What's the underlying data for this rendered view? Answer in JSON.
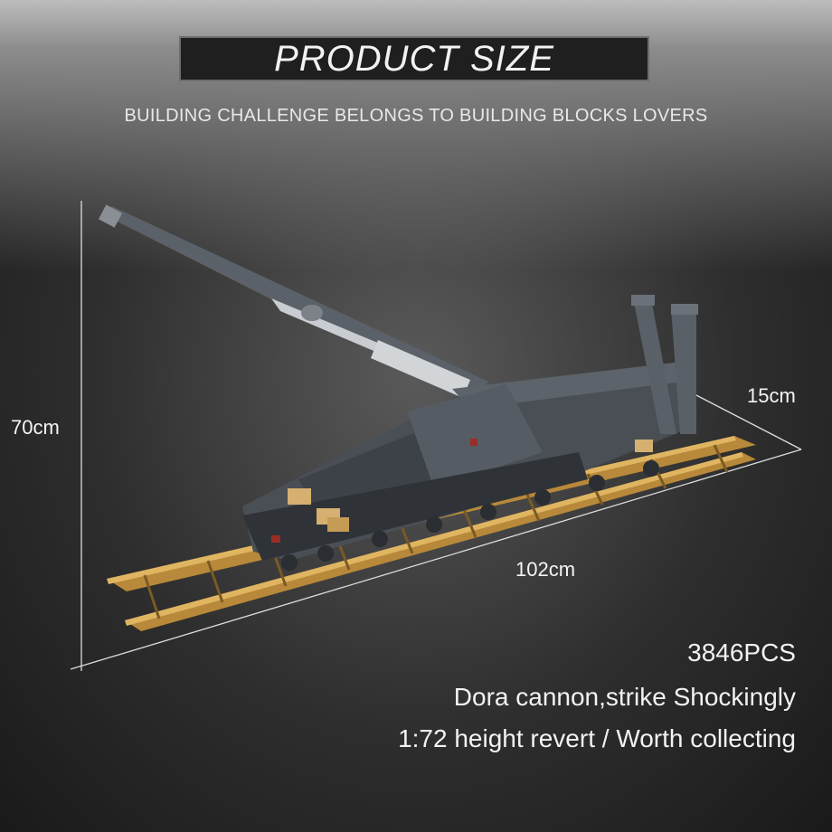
{
  "header": {
    "title": "PRODUCT SIZE",
    "subtitle": "BUILDING CHALLENGE BELONGS TO BUILDING BLOCKS LOVERS"
  },
  "dimensions": {
    "height": "70cm",
    "depth": "15cm",
    "length": "102cm"
  },
  "info": {
    "pieces": "3846PCS",
    "description": "Dora cannon,strike Shockingly",
    "scale": "1:72 height revert / Worth collecting"
  },
  "colors": {
    "title_bar": "#1f1f1f",
    "model_body": "#4a4f55",
    "rail": "#b8893a",
    "barrel_light": "#c9ccd0"
  }
}
